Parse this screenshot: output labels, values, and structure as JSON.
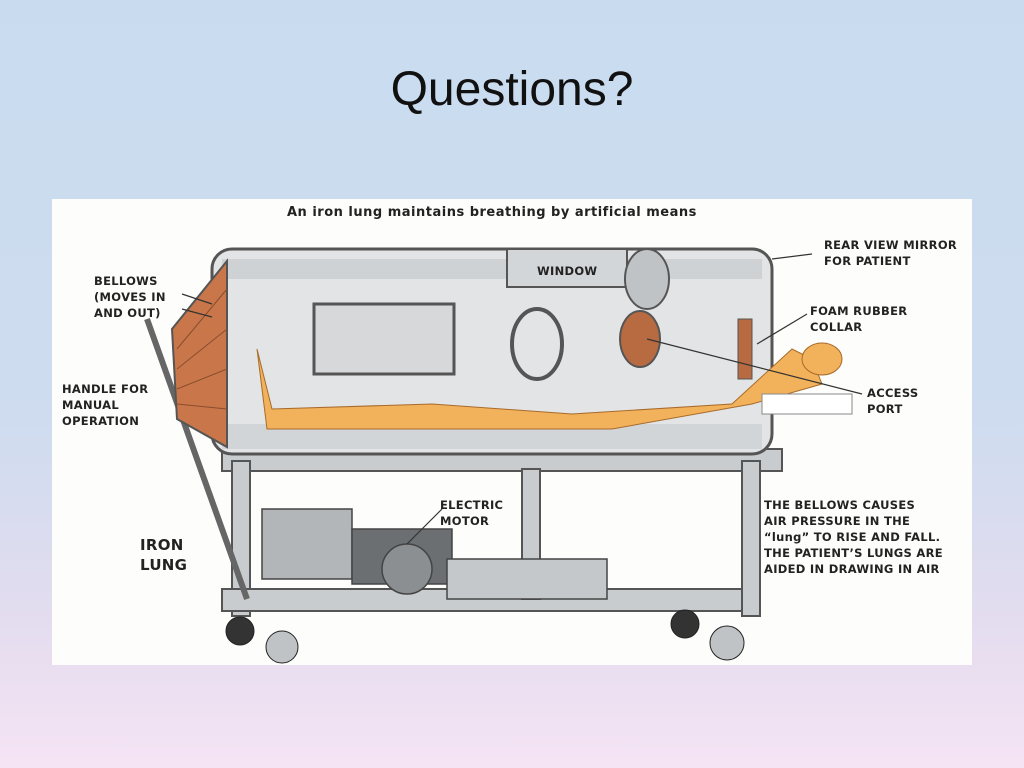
{
  "slide": {
    "title": "Questions?"
  },
  "figure": {
    "caption": "An iron lung maintains breathing by artificial means",
    "labels": {
      "window": "WINDOW",
      "rear_view_mirror": "REAR VIEW MIRROR\nFOR PATIENT",
      "bellows": "BELLOWS\n(MOVES IN\nAND OUT)",
      "foam_rubber_collar": "FOAM RUBBER\nCOLLAR",
      "handle": "HANDLE FOR\nMANUAL\nOPERATION",
      "access_port": "ACCESS\nPORT",
      "electric_motor": "ELECTRIC\nMOTOR",
      "iron_lung": "IRON\nLUNG",
      "bellows_note": "THE BELLOWS CAUSES\nAIR PRESSURE IN THE\n“lung” TO RISE AND FALL.\nTHE PATIENT’S LUNGS ARE\nAIDED IN DRAWING IN AIR"
    },
    "colors": {
      "skin": "#f2b25c",
      "bellows": "#c9774a",
      "metal": "#b8bcc0"
    }
  }
}
